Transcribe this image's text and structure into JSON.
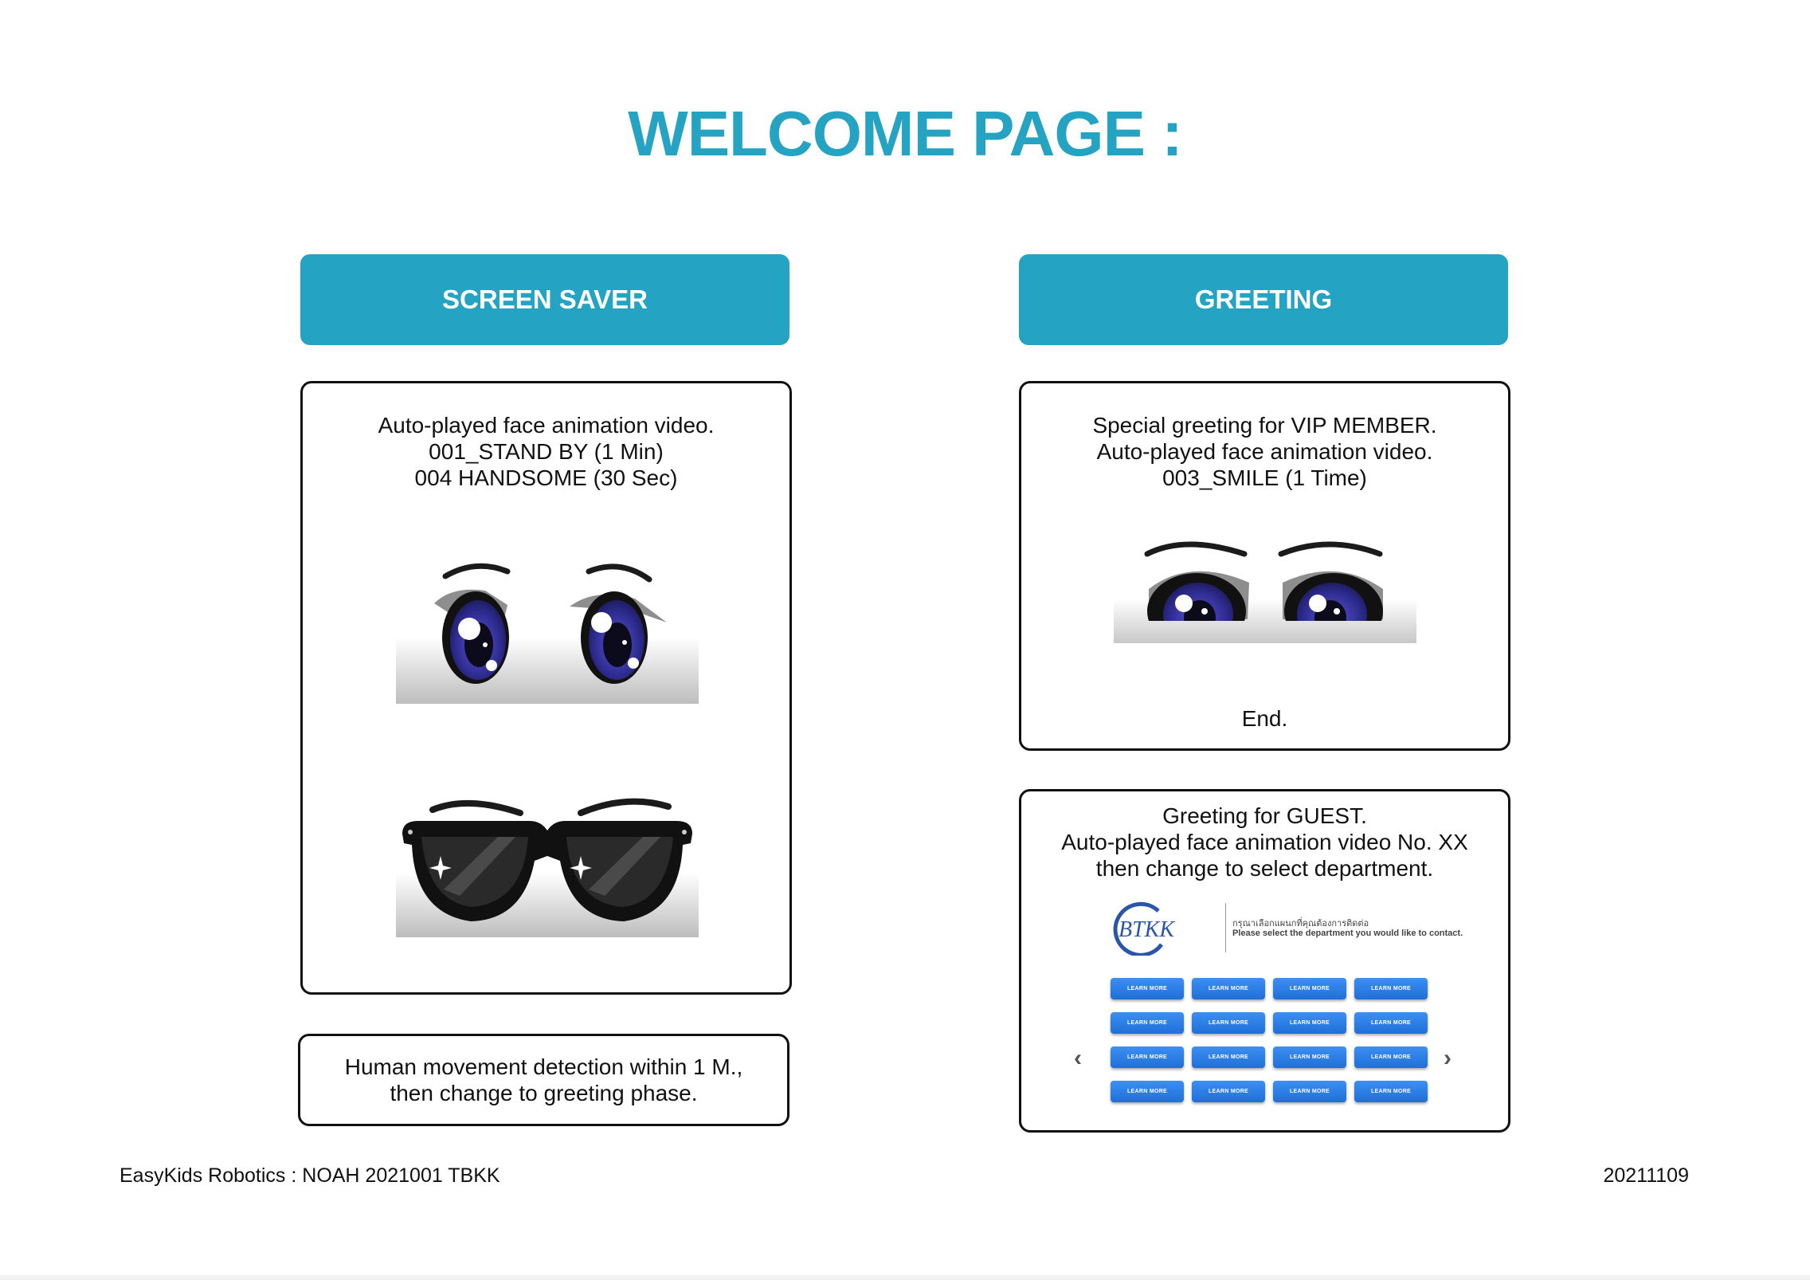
{
  "page": {
    "title": "WELCOME PAGE :",
    "footer_left": "EasyKids Robotics : NOAH 2021001 TBKK",
    "footer_right": "20211109"
  },
  "screen_saver": {
    "header": "SCREEN SAVER",
    "lines": [
      "Auto-played face animation video.",
      "001_STAND BY (1 Min)",
      "004 HANDSOME (30 Sec)"
    ],
    "detection_lines": [
      "Human movement detection within 1 M.,",
      "then change to greeting phase."
    ]
  },
  "greeting": {
    "header": "GREETING",
    "vip_lines": [
      "Special greeting for VIP MEMBER.",
      "Auto-played face animation video.",
      "003_SMILE (1 Time)"
    ],
    "vip_end": "End.",
    "guest_lines": [
      "Greeting for GUEST.",
      "Auto-played face animation video No. XX",
      "then change to select department."
    ],
    "department_panel": {
      "logo_text": "BTKK",
      "thai_prompt": "กรุณาเลือกแผนกที่คุณต้องการติดต่อ",
      "english_prompt": "Please select the department you would like to contact.",
      "button_label": "LEARN MORE",
      "button_count": 16,
      "prev_icon": "chevron-left-icon",
      "next_icon": "chevron-right-icon"
    }
  },
  "colors": {
    "accent": "#25a3c3",
    "iris": "#2c2a8c",
    "button": "#2a7de3"
  }
}
